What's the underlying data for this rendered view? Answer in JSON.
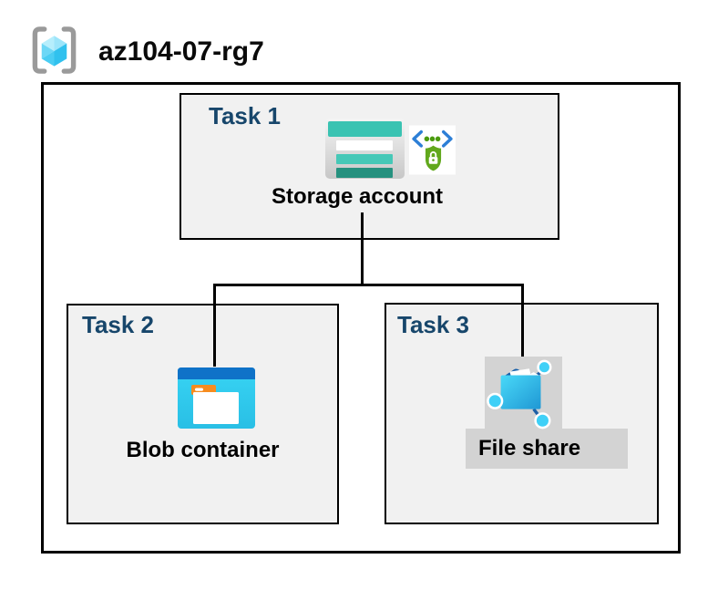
{
  "header": {
    "resource_group_name": "az104-07-rg7",
    "resource_group_icon": "resource-group-icon"
  },
  "diagram": {
    "tasks": [
      {
        "label": "Task 1",
        "resource": "Storage account",
        "icons": [
          "storage-account-icon",
          "secure-code-shield-lock-icon"
        ]
      },
      {
        "label": "Task 2",
        "resource": "Blob container",
        "icons": [
          "blob-container-icon"
        ]
      },
      {
        "label": "Task 3",
        "resource": "File share",
        "icons": [
          "file-share-icon"
        ],
        "highlighted": true
      }
    ],
    "connections": [
      {
        "from": "Storage account",
        "to": "Blob container"
      },
      {
        "from": "Storage account",
        "to": "File share"
      }
    ],
    "colors": {
      "task_label_blue": "#17466b",
      "box_fill_gray": "#f1f1f1",
      "border_black": "#000000",
      "highlight_gray": "#d3d3d3",
      "storage_teal": "#3ac3b2",
      "storage_teal_dark": "#26917f",
      "blob_band_blue": "#0f72c8",
      "blob_body_cyan": "#33d0f2",
      "folder_tab_orange": "#f68c1f",
      "shield_green": "#61a81c",
      "chevron_blue": "#2d7fd6",
      "file_share_node_cyan": "#3fd0f7",
      "file_share_line_blue": "#1c5fa6",
      "bracket_gray": "#9a9a9a",
      "cube_cyan_light": "#b6eefc",
      "cube_cyan_dark": "#30c1ee"
    }
  }
}
